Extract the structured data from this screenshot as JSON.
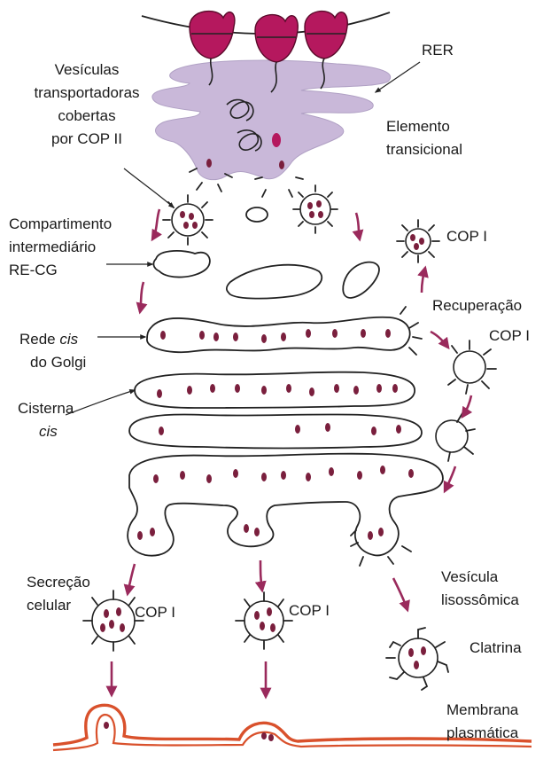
{
  "labels": {
    "rer": "RER",
    "vesicles_line1": "Vesículas",
    "vesicles_line2": "transportadoras",
    "vesicles_line3": "cobertas",
    "vesicles_line4": "por COP II",
    "transitional_line1": "Elemento",
    "transitional_line2": "transicional",
    "intermediate_line1": "Compartimento",
    "intermediate_line2": "intermediário",
    "intermediate_line3": "RE-CG",
    "cop1_top": "COP I",
    "recovery": "Recuperação",
    "cop1_recovery": "COP I",
    "cis_net_line1": "Rede ",
    "cis_net_italic": "cis",
    "cis_net_line2": "do Golgi",
    "cistern_line1": "Cisterna",
    "cistern_line2": "cis",
    "secretion_line1": "Secreção",
    "secretion_line2": "celular",
    "cop1_left": "COP I",
    "cop1_mid": "COP I",
    "lyso_line1": "Vesícula",
    "lyso_line2": "lisossômica",
    "clathrin": "Clatrina",
    "membrane_line1": "Membrana",
    "membrane_line2": "plasmática"
  },
  "colors": {
    "er_fill": "#c9b8d9",
    "ribosome": "#b5185e",
    "cargo_dot": "#7a1f3d",
    "arrow": "#9a2a5c",
    "membrane": "#d9512c"
  }
}
